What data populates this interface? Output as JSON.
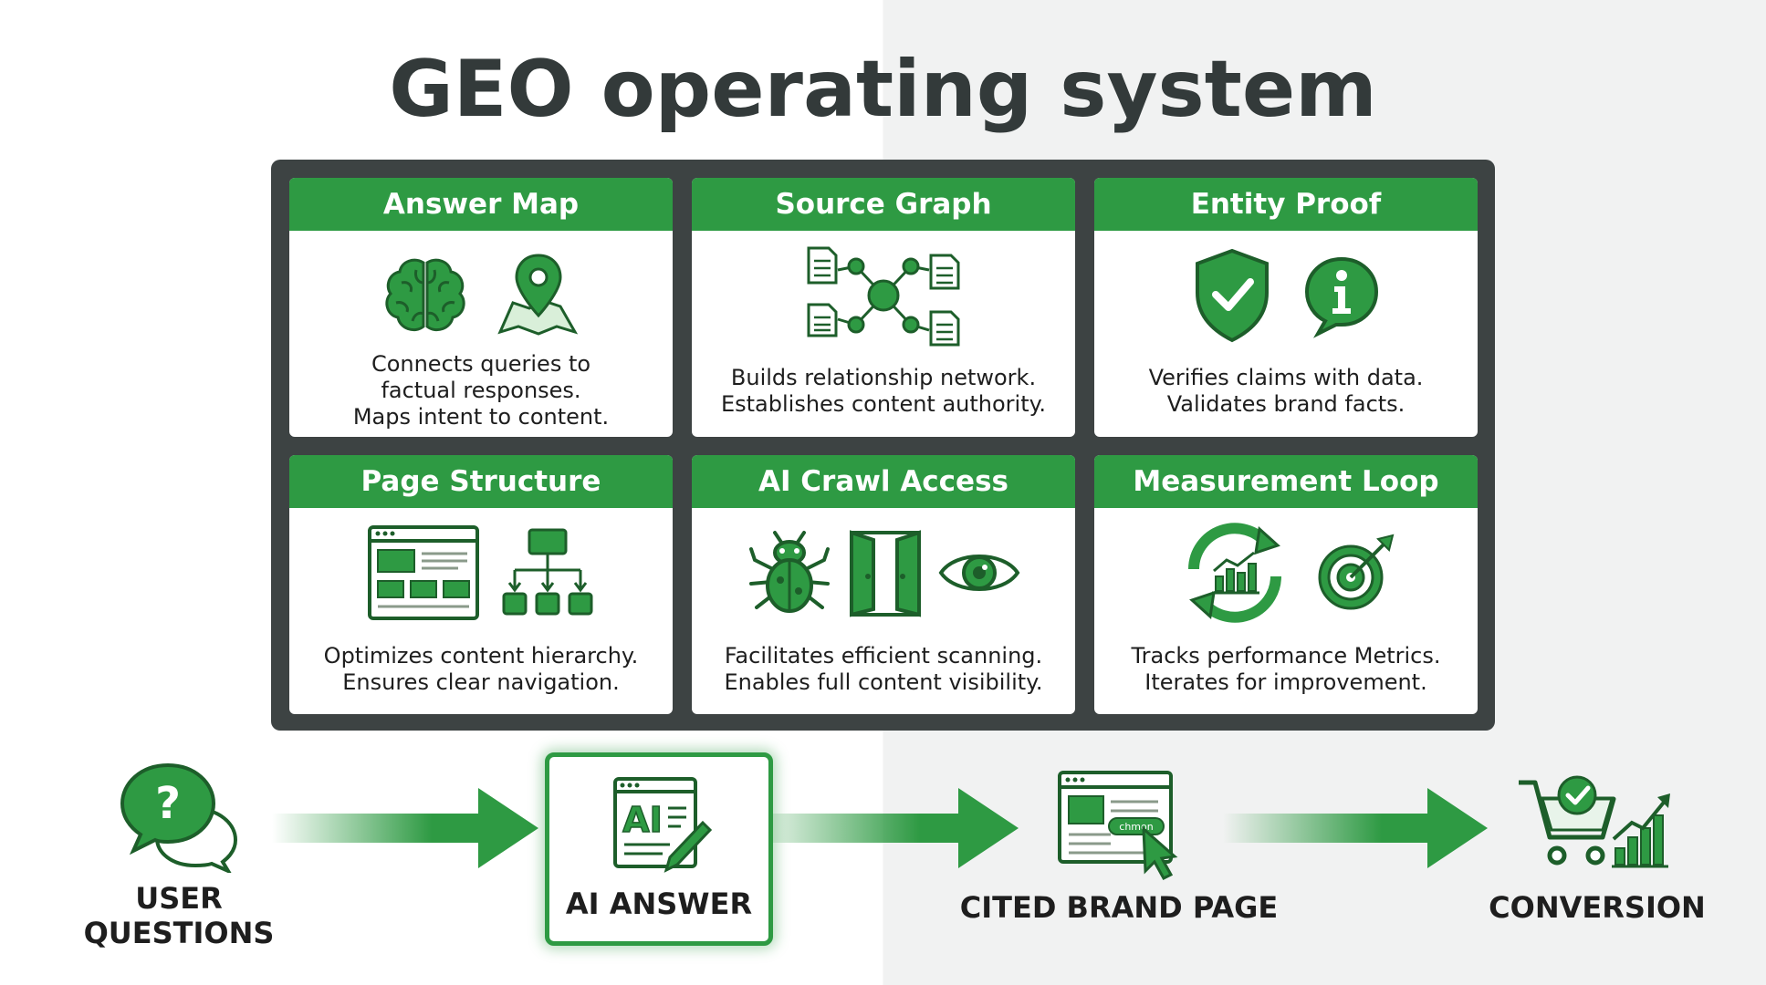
{
  "title": "GEO operating system",
  "cards": [
    {
      "heading": "Answer Map",
      "lines": [
        "Connects queries to",
        "factual responses.",
        "Maps intent to content."
      ],
      "icons": [
        "brain-icon",
        "map-pin-icon"
      ]
    },
    {
      "heading": "Source Graph",
      "lines": [
        "Builds relationship network.",
        "Establishes content authority."
      ],
      "icons": [
        "document-network-icon"
      ]
    },
    {
      "heading": "Entity Proof",
      "lines": [
        "Verifies claims with data.",
        "Validates brand facts."
      ],
      "icons": [
        "shield-check-icon",
        "info-bubble-icon"
      ]
    },
    {
      "heading": "Page Structure",
      "lines": [
        "Optimizes content hierarchy.",
        "Ensures clear navigation."
      ],
      "icons": [
        "page-layout-icon",
        "sitemap-icon"
      ]
    },
    {
      "heading": "AI Crawl Access",
      "lines": [
        "Facilitates efficient scanning.",
        "Enables full content visibility."
      ],
      "icons": [
        "bug-icon",
        "open-door-icon",
        "eye-icon"
      ]
    },
    {
      "heading": "Measurement Loop",
      "lines": [
        "Tracks performance Metrics.",
        "Iterates for improvement."
      ],
      "icons": [
        "cycle-chart-icon",
        "target-icon"
      ]
    }
  ],
  "flow": {
    "user_questions": [
      "USER",
      "QUESTIONS"
    ],
    "ai_answer": "AI ANSWER",
    "ai_icon_text": "AI",
    "cited_brand_page": "CITED BRAND PAGE",
    "cited_icon_text": "chmon",
    "conversion": "CONVERSION"
  },
  "colors": {
    "accent": "#2e9a43",
    "board": "#3d4343",
    "title": "#333a3a"
  }
}
